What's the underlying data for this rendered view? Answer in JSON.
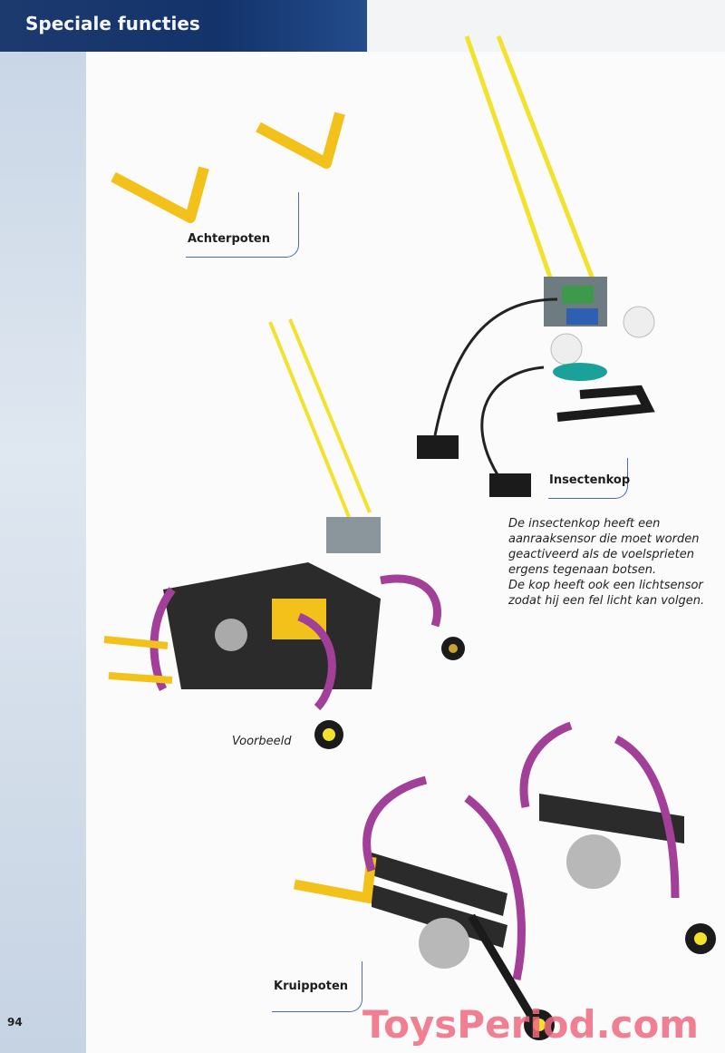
{
  "header": {
    "title": "Speciale functies"
  },
  "labels": {
    "achterpoten": "Achterpoten",
    "insectenkop": "Insectenkop",
    "voorbeeld": "Voorbeeld",
    "kruippoten": "Kruippoten"
  },
  "description": [
    "De insectenkop heeft een",
    "aanraaksensor die moet worden",
    "geactiveerd als de voelsprieten",
    "ergens tegenaan botsen.",
    "De kop heeft ook een lichtsensor",
    "zodat hij een fel licht kan volgen."
  ],
  "page_number": "94",
  "watermark": "ToysPeriod.com",
  "colors": {
    "header": "#1d3a6e",
    "accent_line": "#4a6bb0",
    "watermark": "#f06a80",
    "lego_yellow": "#f2c21b",
    "lego_purple": "#a23f98"
  }
}
